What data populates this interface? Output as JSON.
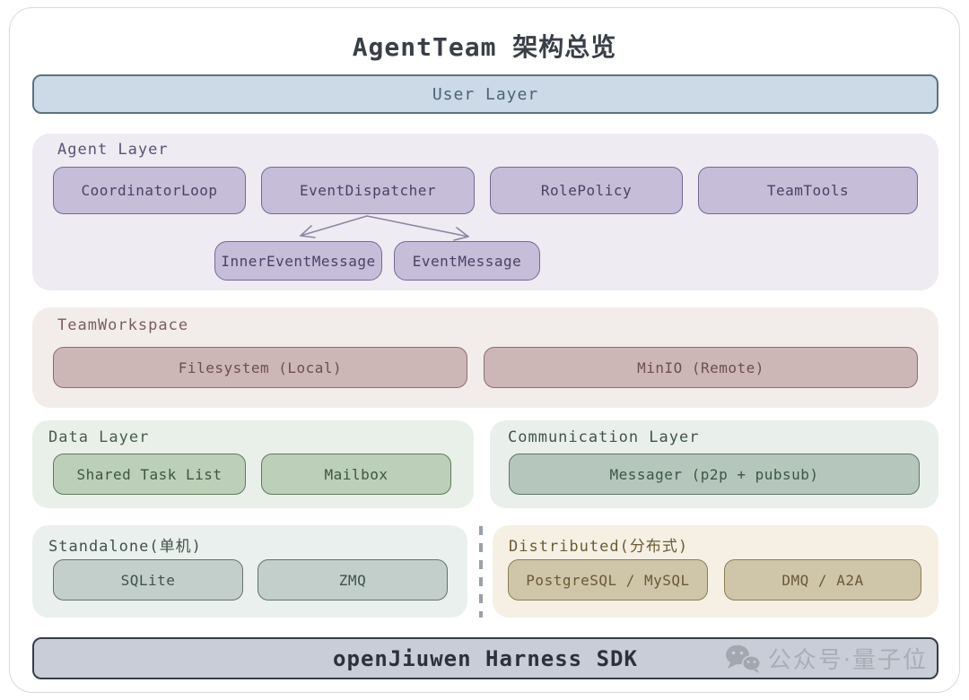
{
  "title": "AgentTeam 架构总览",
  "user_layer": {
    "label": "User Layer"
  },
  "agent_layer": {
    "label": "Agent Layer",
    "components": [
      "CoordinatorLoop",
      "EventDispatcher",
      "RolePolicy",
      "TeamTools"
    ],
    "messages": [
      "InnerEventMessage",
      "EventMessage"
    ]
  },
  "team_workspace": {
    "label": "TeamWorkspace",
    "components": [
      "Filesystem (Local)",
      "MinIO (Remote)"
    ]
  },
  "data_layer": {
    "label": "Data Layer",
    "components": [
      "Shared Task List",
      "Mailbox"
    ]
  },
  "communication_layer": {
    "label": "Communication Layer",
    "components": [
      "Messager (p2p + pubsub)"
    ]
  },
  "standalone": {
    "label": "Standalone(单机)",
    "components": [
      "SQLite",
      "ZMQ"
    ]
  },
  "distributed": {
    "label": "Distributed(分布式)",
    "components": [
      "PostgreSQL / MySQL",
      "DMQ / A2A"
    ]
  },
  "footer": {
    "label": "openJiuwen Harness SDK"
  },
  "watermark": {
    "icon": "wechat-icon",
    "text": "公众号·量子位"
  },
  "colors": {
    "user_layer_fill": "#ccd9e6",
    "agent_fill": "#c6bdd9",
    "workspace_fill": "#cdb7b6",
    "data_fill": "#bccfb8",
    "communication_fill": "#b5c7bc",
    "standalone_fill": "#c2cfca",
    "distributed_fill": "#cfc5a9",
    "footer_fill": "#c8cdd7",
    "arrow": "#8d86a3"
  }
}
